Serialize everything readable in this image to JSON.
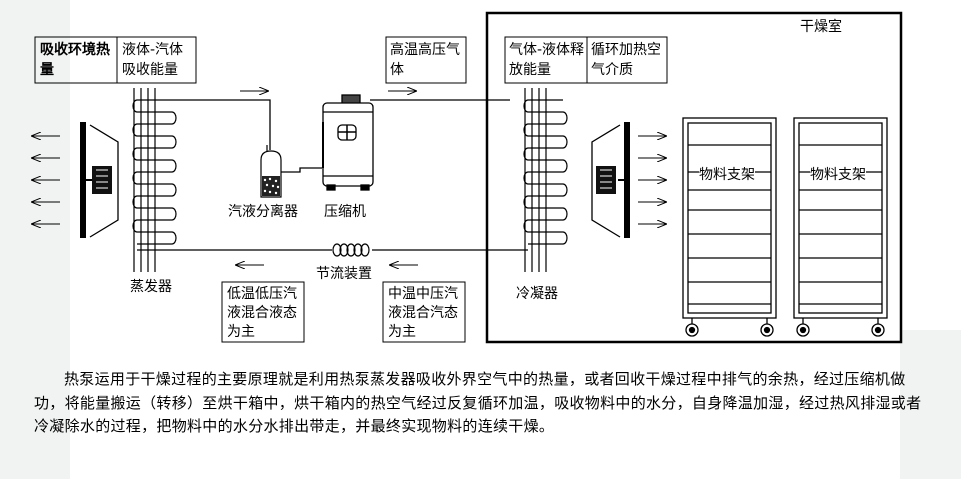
{
  "diagram": {
    "absorb_env_heat": "吸收环境热量",
    "liquid_gas_absorb": "液体-汽体吸收能量",
    "high_temp_pressure": "高温高压气体",
    "gas_liquid_release": "气体-液体释放能量",
    "circulating_medium": "循环加热空气介质",
    "drying_room": "干燥室",
    "separator": "汽液分离器",
    "compressor": "压缩机",
    "evaporator": "蒸发器",
    "throttle": "节流装置",
    "condenser": "冷凝器",
    "low_temp_mix": "低温低压汽液混合液态为主",
    "mid_temp_mix": "中温中压汽液混合汽态为主",
    "rack": "物料支架",
    "rack_2": "物料支架"
  },
  "description": "热泵运用于干燥过程的主要原理就是利用热泵蒸发器吸收外界空气中的热量，或者回收干燥过程中排气的余热，经过压缩机做功，将能量搬运（转移）至烘干箱中，烘干箱内的热空气经过反复循环加温，吸收物料中的水分，自身降温加湿，经过热风排湿或者冷凝除水的过程，把物料中的水分水排出带走，并最终实现物料的连续干燥。"
}
